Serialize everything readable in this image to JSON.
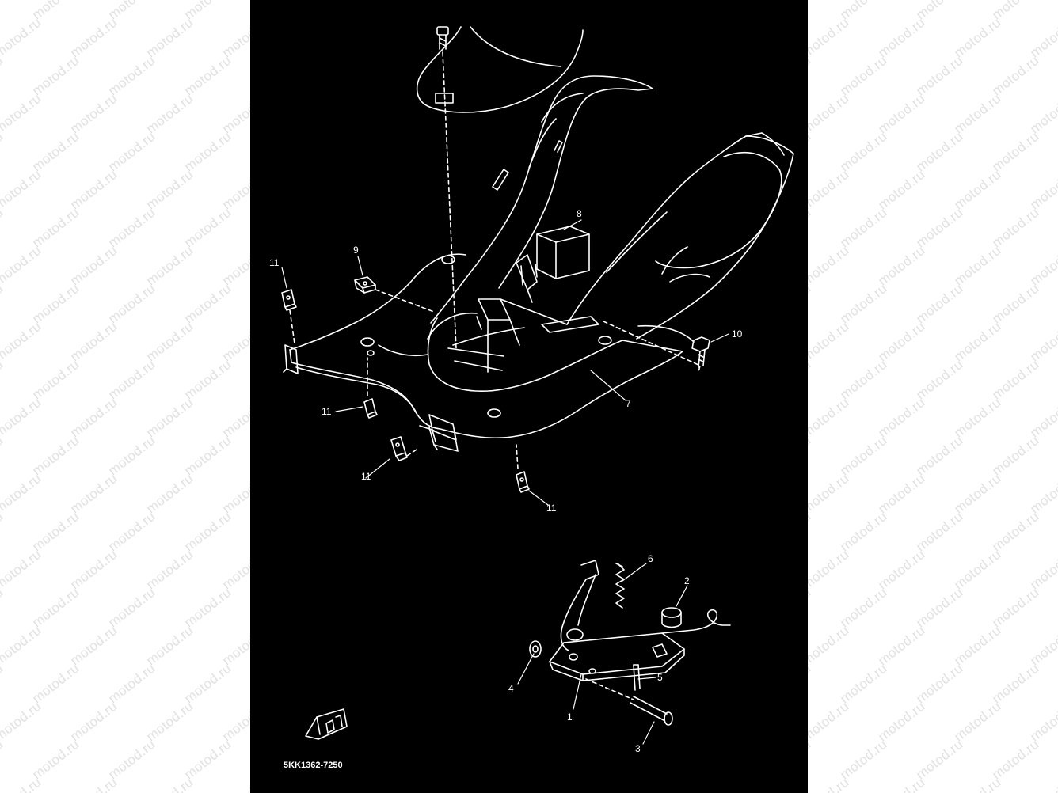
{
  "watermark": "motod.ru",
  "drawing_code": "5KK1362-7250",
  "colors": {
    "panel": "#000000",
    "line": "#ffffff",
    "watermark": "#e1e1e1"
  },
  "callouts": {
    "c1": "1",
    "c2": "2",
    "c3": "3",
    "c4": "4",
    "c5": "5",
    "c6": "6",
    "c7": "7",
    "c8": "8",
    "c9": "9",
    "c10": "10",
    "c11a": "11",
    "c11b": "11",
    "c11c": "11",
    "c11d": "11"
  }
}
